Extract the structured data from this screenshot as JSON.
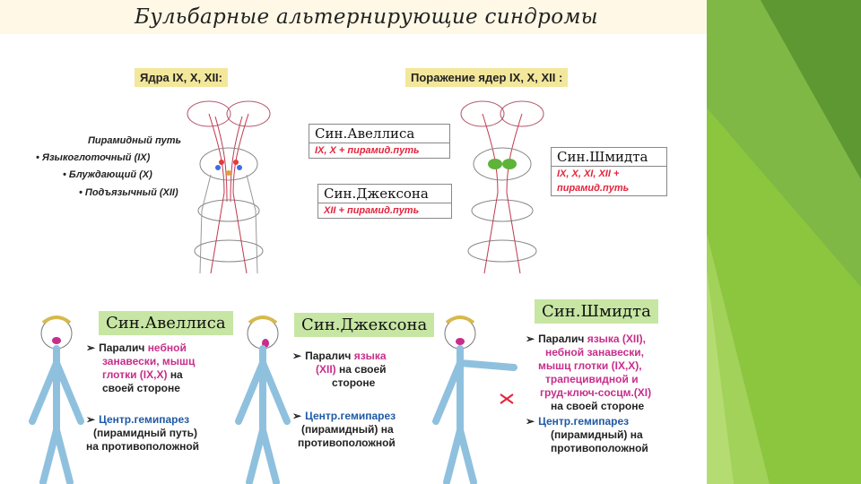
{
  "title": "Бульбарные альтернирующие синдромы",
  "left_header": "Ядра IX, X, XII:",
  "right_header": "Поражение ядер IX, X, XII :",
  "nerve_labels": {
    "pyramid": "Пирамидный путь",
    "glosso": "Языкоглоточный (IX)",
    "vagus": "Блуждающий (X)",
    "hypo": "Подъязычный (XII)"
  },
  "cards": {
    "avellis": {
      "name": "Син.Авеллиса",
      "sub": "IX, X + пирамид.путь"
    },
    "jackson": {
      "name": "Син.Джексона",
      "sub": "XII + пирамид.путь"
    },
    "schmidt": {
      "name": "Син.Шмидта",
      "sub1": "IX, X, XI, XII +",
      "sub2": "пирамид.путь"
    }
  },
  "bottom": {
    "avellis": {
      "title": "Син.Авеллиса",
      "p1": "Паралич",
      "p1b": "небной",
      "p1c": "занавески, мышц",
      "p1d": "глотки (IX,X)",
      "p1e": "на",
      "p1f": "своей стороне",
      "p2": "Центр.гемипарез",
      "p2b": "(пирамидный путь)",
      "p2c": "на противоположной"
    },
    "jackson": {
      "title": "Син.Джексона",
      "p1": "Паралич",
      "p1b": "языка",
      "p1c": "(XII)",
      "p1d": "на своей",
      "p1e": "стороне",
      "p2": "Центр.гемипарез",
      "p2b": "(пирамидный) на",
      "p2c": "противоположной"
    },
    "schmidt": {
      "title": "Син.Шмидта",
      "p1": "Паралич",
      "p1b": "языка (XII),",
      "p1c": "небной занавески,",
      "p1d": "мышц глотки (IX,X),",
      "p1e": "трапецивидной и",
      "p1f": "груд-ключ-сосцм.(XI)",
      "p1g": "на своей стороне",
      "p2": "Центр.гемипарез",
      "p2b": "(пирамидный) на",
      "p2c": "противоположной"
    }
  },
  "colors": {
    "accent_green": "#8cc63f",
    "highlight_yellow": "#f3e79b",
    "card_green": "#c7e6a3",
    "red": "#e2243c",
    "magenta": "#c72e8a"
  }
}
